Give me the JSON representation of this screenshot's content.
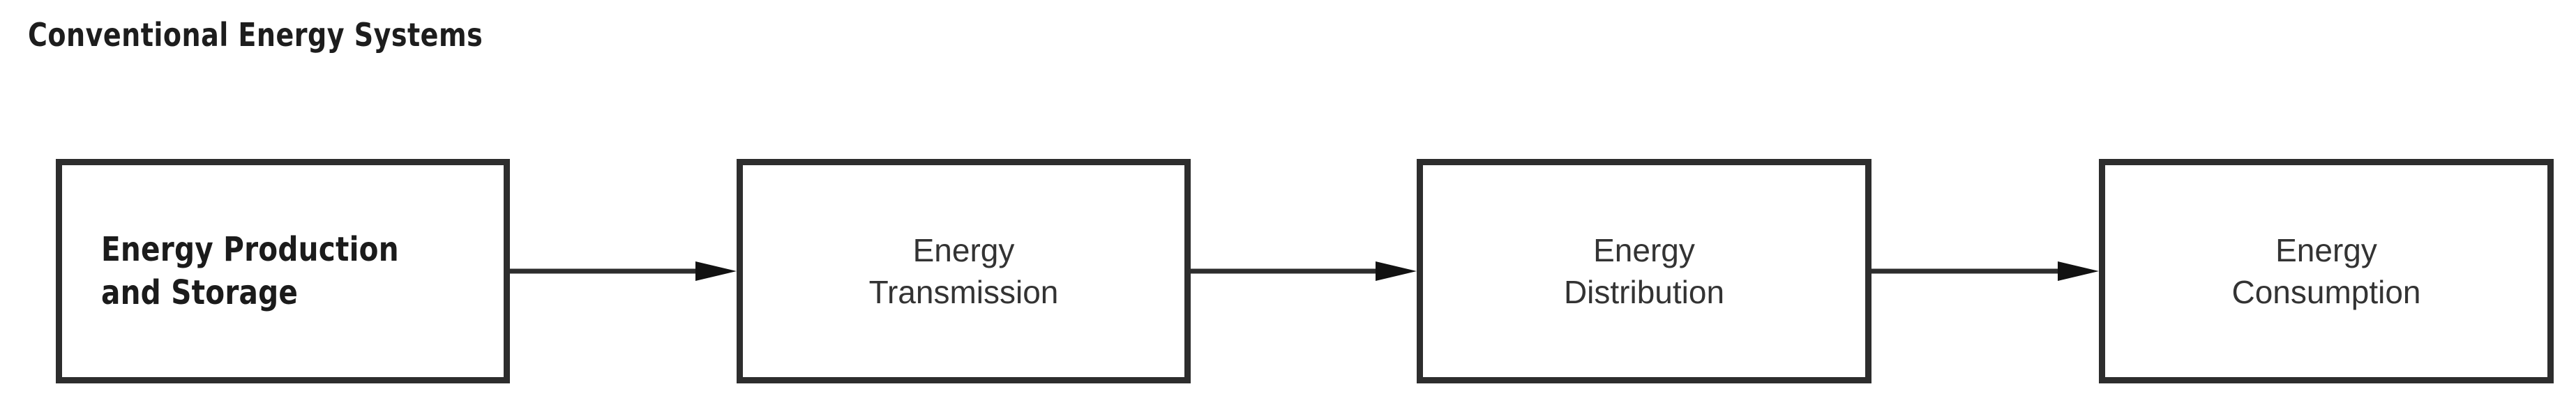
{
  "diagram": {
    "title": "Conventional Energy Systems",
    "type": "linear-flow",
    "orientation": "left-to-right",
    "colors": {
      "background": "#ffffff",
      "box_border": "#2d2d2d",
      "box_fill": "#ffffff",
      "title_text": "#1d1d1d",
      "emphasis_text": "#1b1b1b",
      "node_text": "#333333",
      "arrow": "#2d2d2d"
    },
    "nodes": [
      {
        "id": "energy-production-and-storage",
        "label": "Energy Production\nand Storage",
        "line1": "Energy Production",
        "line2": "and Storage",
        "emphasis": "bold",
        "align": "left"
      },
      {
        "id": "energy-transmission",
        "label": "Energy\nTransmission",
        "line1": "Energy",
        "line2": "Transmission",
        "emphasis": "regular",
        "align": "center"
      },
      {
        "id": "energy-distribution",
        "label": "Energy\nDistribution",
        "line1": "Energy",
        "line2": "Distribution",
        "emphasis": "regular",
        "align": "center"
      },
      {
        "id": "energy-consumption",
        "label": "Energy\nConsumption",
        "line1": "Energy",
        "line2": "Consumption",
        "emphasis": "regular",
        "align": "center"
      }
    ],
    "connectors": [
      {
        "id": "arrow-1",
        "from": "energy-production-and-storage",
        "to": "energy-transmission",
        "style": "solid-arrow"
      },
      {
        "id": "arrow-2",
        "from": "energy-transmission",
        "to": "energy-distribution",
        "style": "solid-arrow"
      },
      {
        "id": "arrow-3",
        "from": "energy-distribution",
        "to": "energy-consumption",
        "style": "solid-arrow"
      }
    ]
  }
}
